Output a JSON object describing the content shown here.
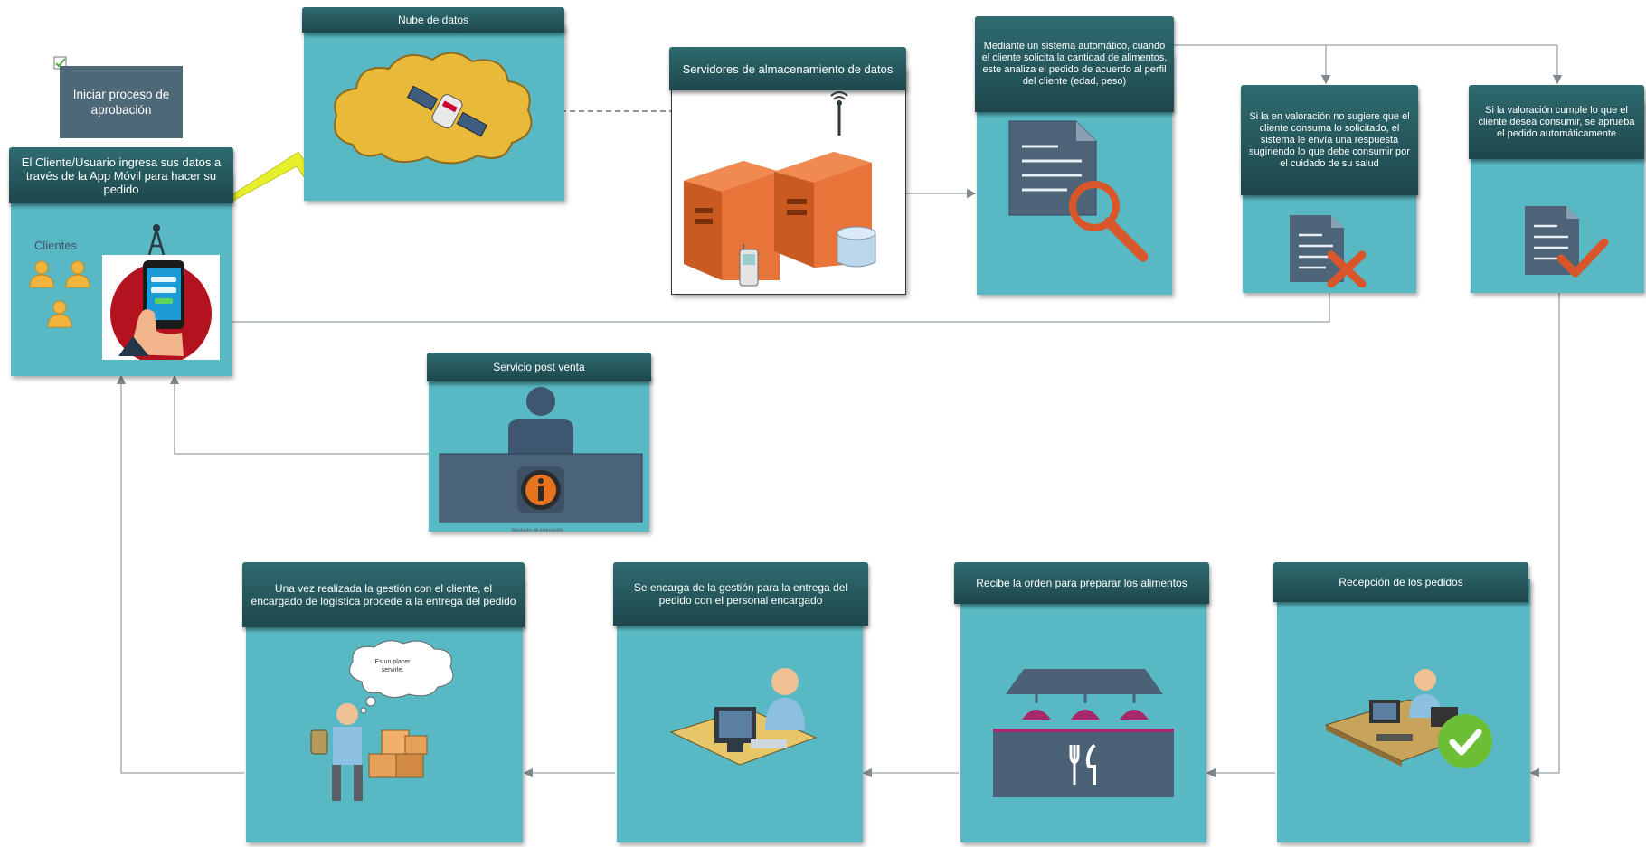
{
  "start": {
    "label": "Iniciar proceso de aprobación"
  },
  "nodes": {
    "cliente": {
      "title": "El Cliente/Usuario ingresa sus datos a través de la App Móvil para hacer su pedido",
      "clients_label": "Clientes"
    },
    "nube": {
      "title": "Nube de datos"
    },
    "servidores": {
      "title": "Servidores de almacenamiento de datos"
    },
    "sistema": {
      "title": "Mediante un sistema automático, cuando el cliente solicita la cantidad de alimentos, este analiza el pedido de acuerdo al perfil del cliente (edad, peso)"
    },
    "rechazo": {
      "title": "Si la en valoración no sugiere que el cliente consuma lo solicitado, el sistema le envía una respuesta sugiriendo lo que debe consumir por el cuidado de su salud"
    },
    "aprobado": {
      "title": "Si la valoración cumple lo que el cliente desea consumir, se aprueba el pedido automáticamente"
    },
    "postventa": {
      "title": "Servicio post venta",
      "caption": "Mostrador de información"
    },
    "recepcion": {
      "title": "Recepción de los pedidos"
    },
    "cocina": {
      "title": "Recibe la orden para preparar los alimentos"
    },
    "gestion": {
      "title": "Se encarga de la gestión para la entrega del pedido con el personal encargado"
    },
    "entrega": {
      "title": "Una vez realizada la gestión con el cliente, el encargado de logística procede a la entrega del pedido",
      "bubble": "Es un placer servirle."
    }
  },
  "colors": {
    "card": "#58b9c4",
    "header": "#1f4b4f",
    "connector": "#9aa3a6",
    "server": "#e8743a",
    "monitor": "#4b6276",
    "accent_orange": "#d9552a",
    "check_green": "#6cbf34"
  },
  "icons": [
    "checkbox-icon",
    "cloud-icon",
    "satellite-icon",
    "lightning-icon",
    "antenna-icon",
    "server-icon",
    "database-icon",
    "phone-icon",
    "document-search-icon",
    "document-reject-icon",
    "document-approve-icon",
    "user-group-icon",
    "mobile-app-icon",
    "support-agent-icon",
    "info-icon",
    "office-worker-icon",
    "check-icon",
    "kitchen-lamp-icon",
    "cutlery-icon",
    "delivery-person-icon",
    "boxes-icon"
  ]
}
